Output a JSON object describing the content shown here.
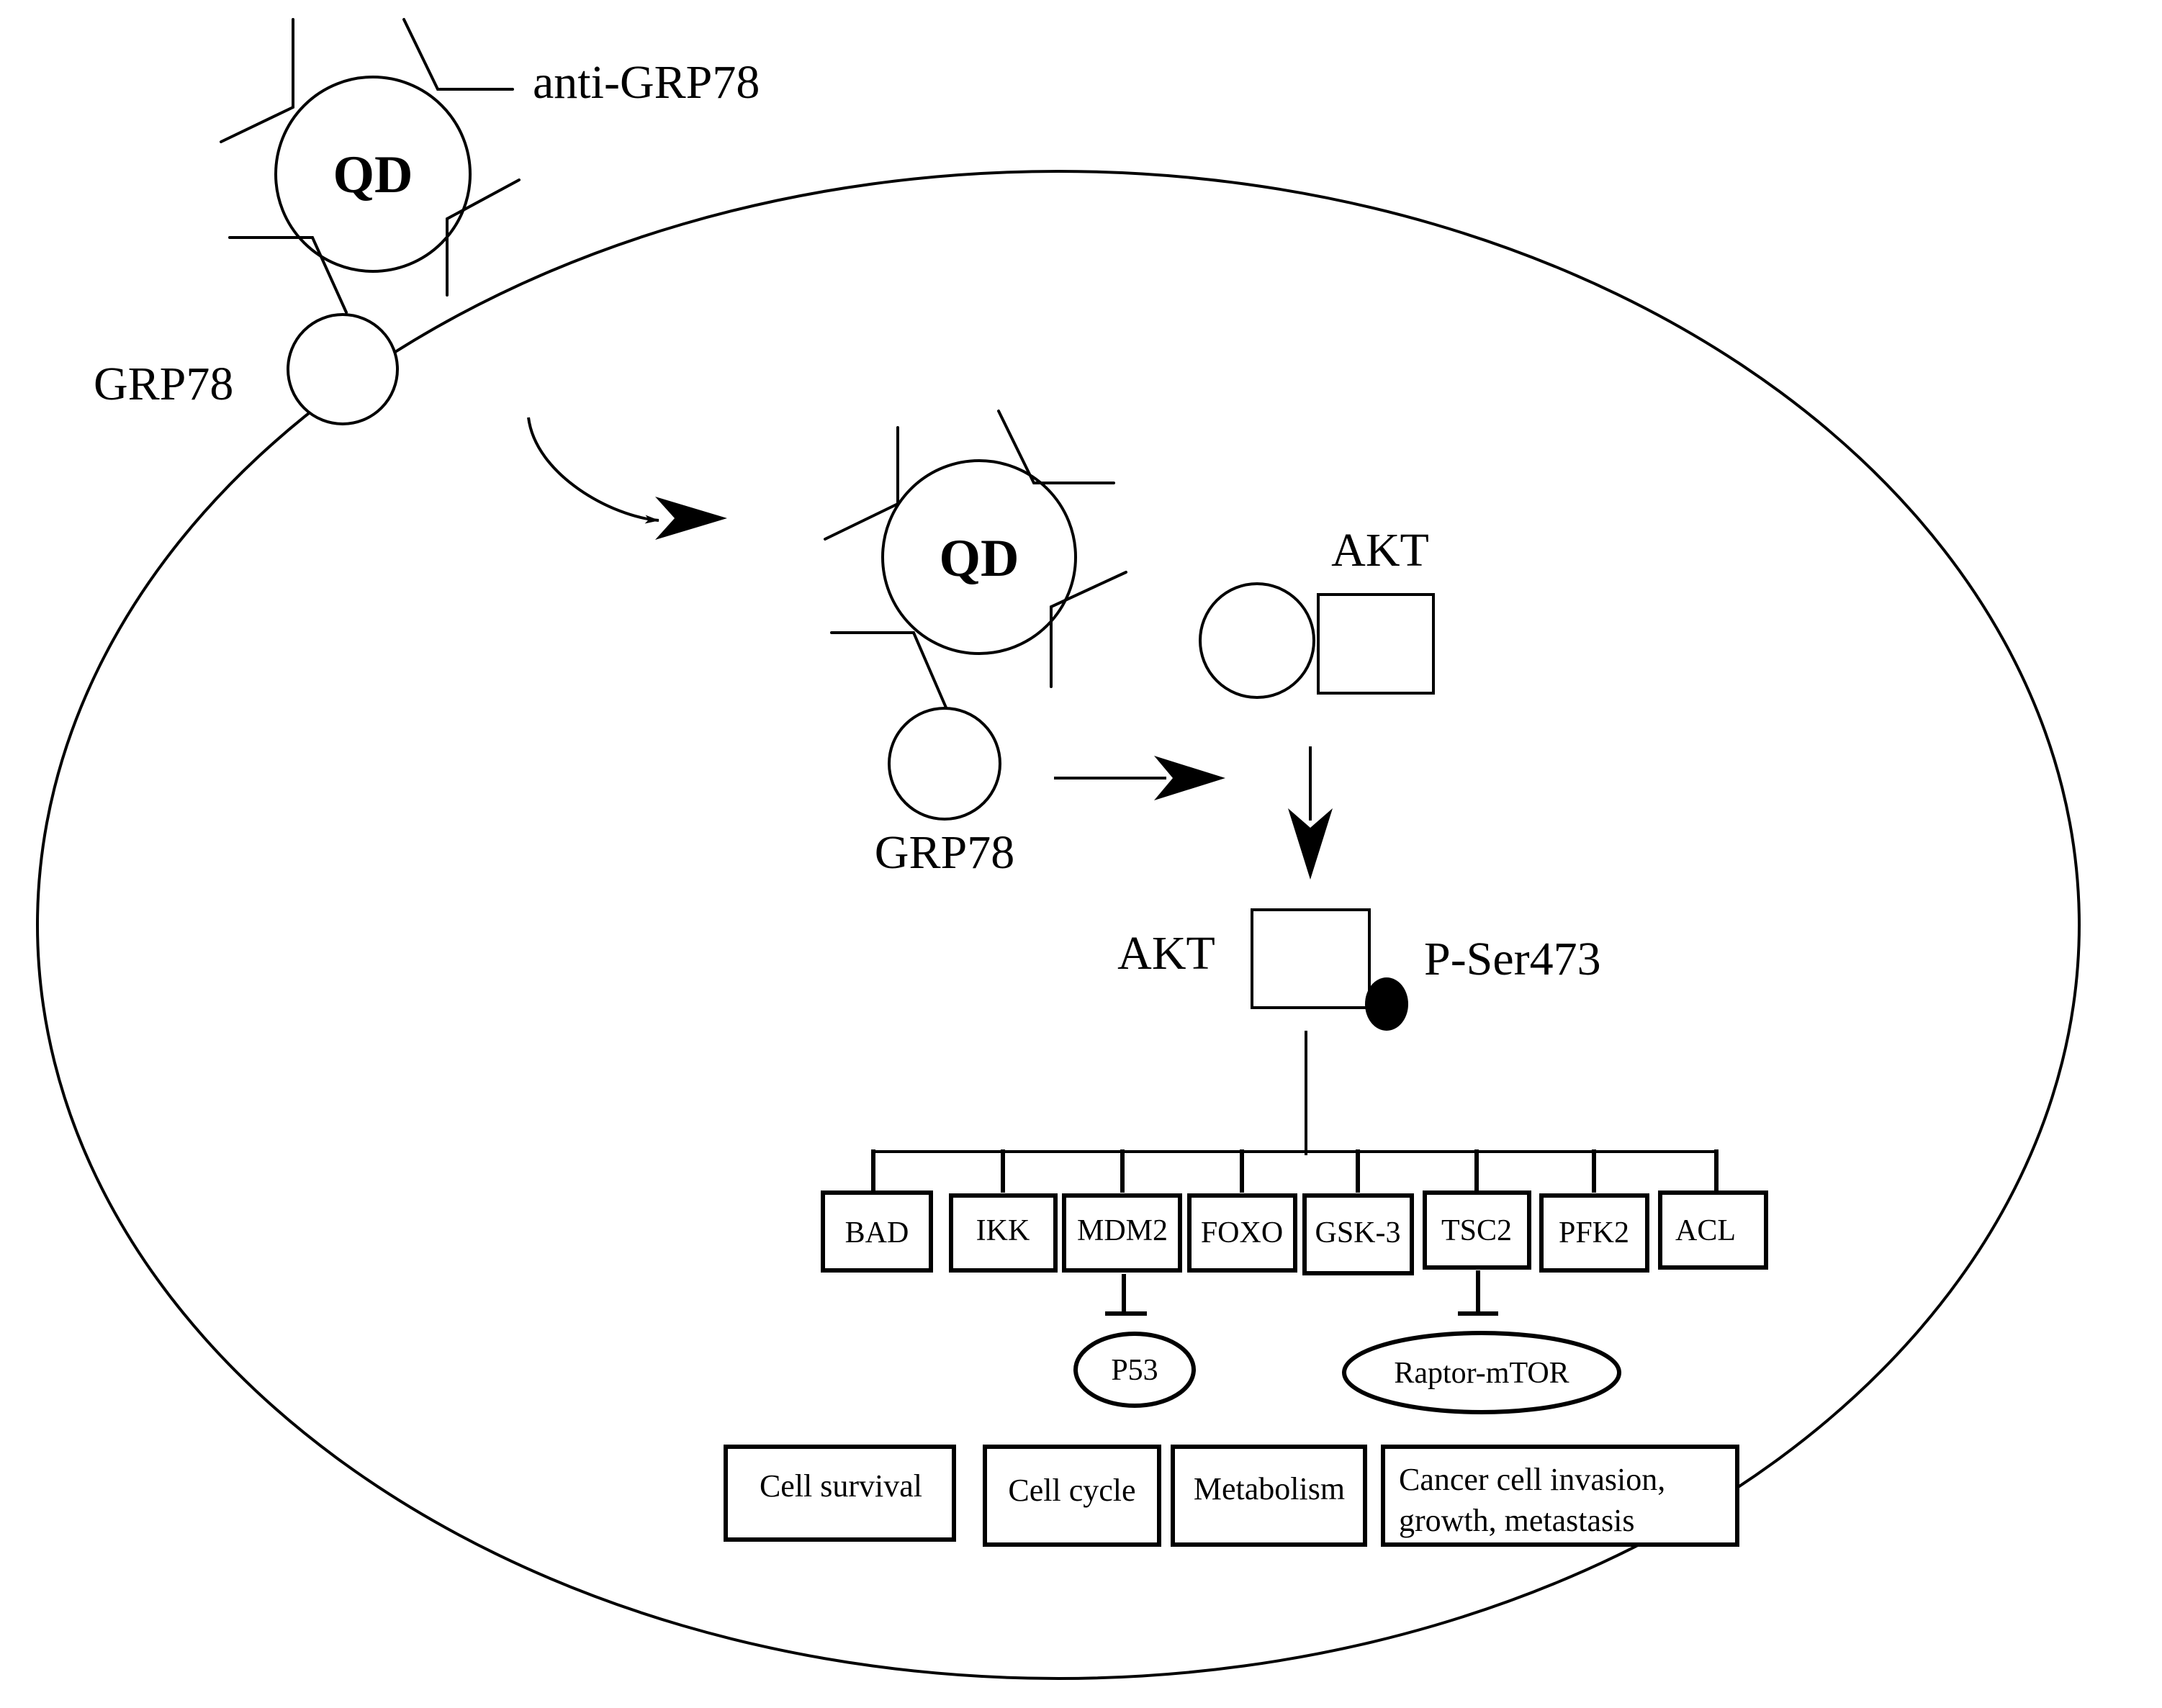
{
  "colors": {
    "ink": "#000000",
    "background": "#ffffff"
  },
  "labels": {
    "antibody": "anti-GRP78",
    "qd_outer": "QD",
    "grp78_surface": "GRP78",
    "qd_inner": "QD",
    "grp78_internal": "GRP78",
    "akt_top": "AKT",
    "akt_active": "AKT",
    "phospho_site": "P-Ser473"
  },
  "targets": [
    {
      "label": "BAD"
    },
    {
      "label": "IKK"
    },
    {
      "label": "MDM2"
    },
    {
      "label": "FOXO"
    },
    {
      "label": "GSK-3"
    },
    {
      "label": "TSC2"
    },
    {
      "label": "PFK2"
    },
    {
      "label": "ACL"
    }
  ],
  "inhibited": {
    "p53": "P53",
    "raptor_mtor": "Raptor-mTOR"
  },
  "outcomes": {
    "cell_survival": "Cell survival",
    "cell_cycle": "Cell cycle",
    "metabolism": "Metabolism",
    "cancer_line1": "Cancer cell invasion,",
    "cancer_line2": "growth, metastasis"
  }
}
